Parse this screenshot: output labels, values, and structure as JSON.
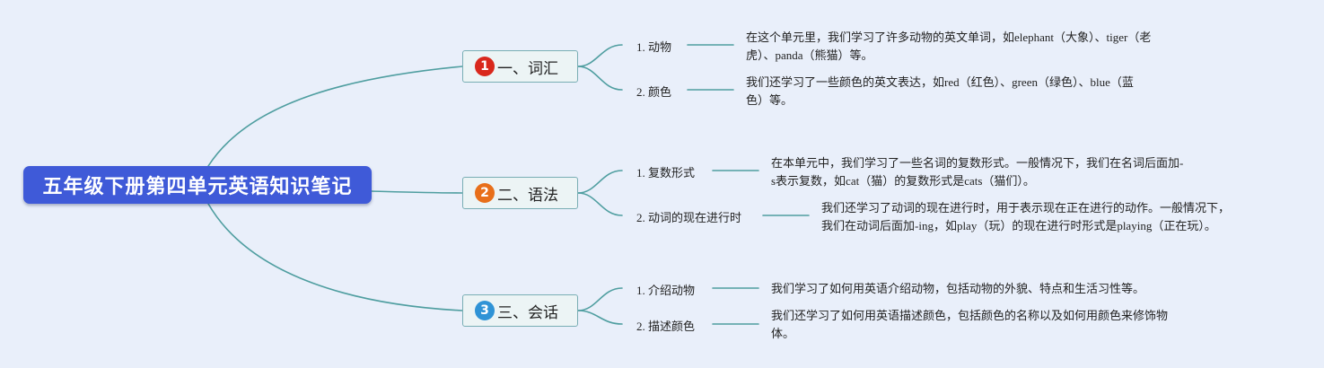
{
  "root": {
    "title": "五年级下册第四单元英语知识笔记"
  },
  "colors": {
    "root_fill": "#3f5ad8",
    "connector": "#4f9ea0",
    "badge_1": "#d9281c",
    "badge_2": "#e86f1a",
    "badge_3": "#2f93d6"
  },
  "branches": [
    {
      "badge": "1",
      "label": "一、词汇",
      "items": [
        {
          "label": "1. 动物",
          "detail": [
            "在这个单元里，我们学习了许多动物的英文单词，如elephant（大象）、tiger（老",
            "虎）、panda（熊猫）等。"
          ]
        },
        {
          "label": "2. 颜色",
          "detail": [
            "我们还学习了一些颜色的英文表达，如red（红色）、green（绿色）、blue（蓝",
            "色）等。"
          ]
        }
      ]
    },
    {
      "badge": "2",
      "label": "二、语法",
      "items": [
        {
          "label": "1. 复数形式",
          "detail": [
            "在本单元中，我们学习了一些名词的复数形式。一般情况下，我们在名词后面加-",
            "s表示复数，如cat（猫）的复数形式是cats（猫们）。"
          ]
        },
        {
          "label": "2. 动词的现在进行时",
          "detail": [
            "我们还学习了动词的现在进行时，用于表示现在正在进行的动作。一般情况下，",
            "我们在动词后面加-ing，如play（玩）的现在进行时形式是playing（正在玩）。"
          ]
        }
      ]
    },
    {
      "badge": "3",
      "label": "三、会话",
      "items": [
        {
          "label": "1. 介绍动物",
          "detail": [
            "我们学习了如何用英语介绍动物，包括动物的外貌、特点和生活习性等。"
          ]
        },
        {
          "label": "2. 描述颜色",
          "detail": [
            "我们还学习了如何用英语描述颜色，包括颜色的名称以及如何用颜色来修饰物",
            "体。"
          ]
        }
      ]
    }
  ]
}
